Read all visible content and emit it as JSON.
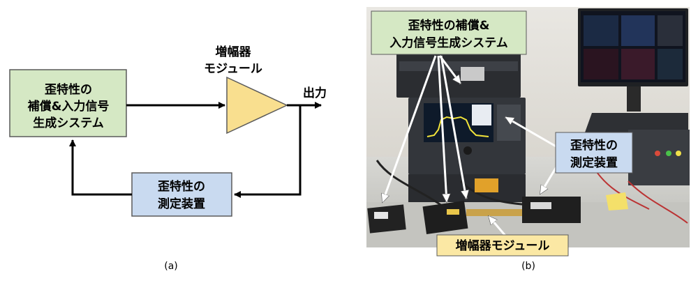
{
  "panel_a": {
    "comp_line1": "歪特性の",
    "comp_line2": "補償&入力信号",
    "comp_line3": "生成システム",
    "amp_line1": "増幅器",
    "amp_line2": "モジュール",
    "output_label": "出力",
    "meas_line1": "歪特性の",
    "meas_line2": "測定装置",
    "caption": "(a)"
  },
  "panel_b": {
    "comp_line1": "歪特性の補償&",
    "comp_line2": "入力信号生成システム",
    "meas_line1": "歪特性の",
    "meas_line2": "測定装置",
    "amp_label": "増幅器モジュール",
    "caption": "(b)"
  },
  "colors": {
    "green_fill": "#d5e8c4",
    "blue_fill": "#c9daf0",
    "amp_fill": "#f9df8f",
    "amp_label_fill": "#fbe8a4",
    "border": "#5a5a5a"
  }
}
